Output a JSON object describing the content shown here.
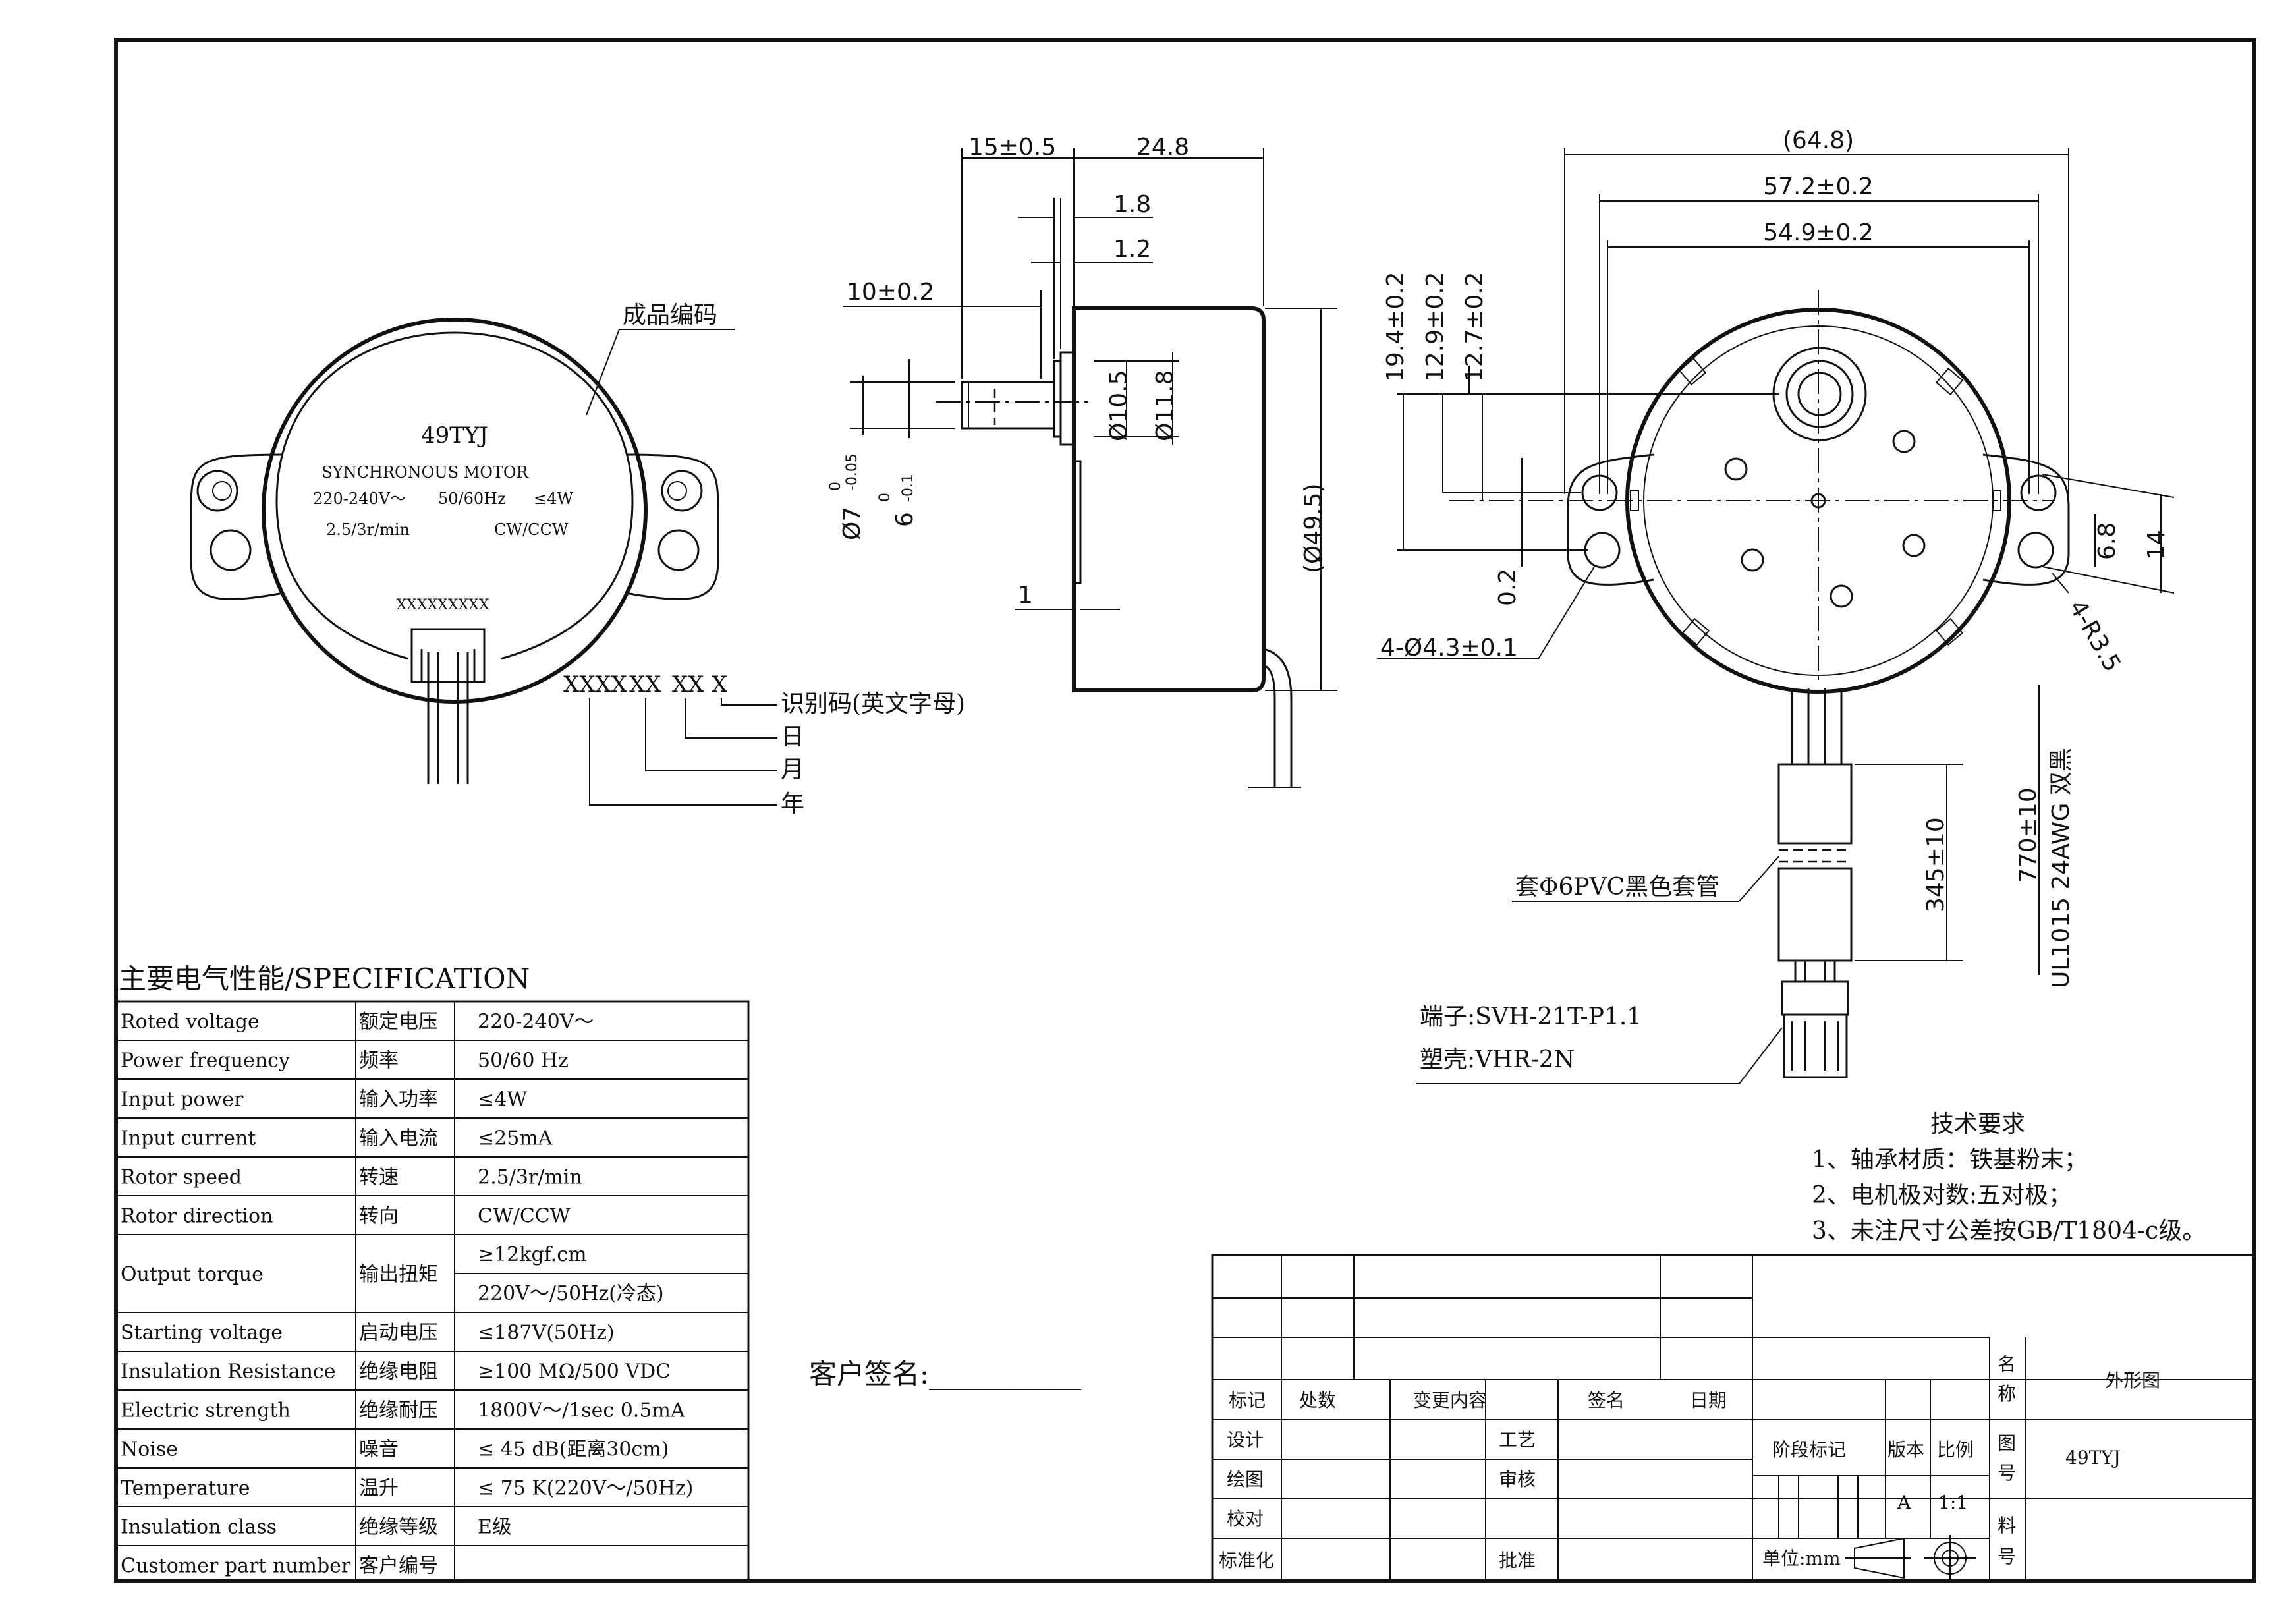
{
  "front_view": {
    "label_callout": "成品编码",
    "model": "49TYJ",
    "line1": "SYNCHRONOUS MOTOR",
    "line2a": "220-240V～",
    "line2b": "50/60Hz",
    "line2c": "≤4W",
    "line3a": "2.5/3r/min",
    "line3b": "CW/CCW",
    "code": "XXXXXXXXX",
    "code_groups": [
      "XXXX",
      "XX",
      "XX",
      "X"
    ],
    "code_legend": [
      "识别码(英文字母)",
      "日",
      "月",
      "年"
    ]
  },
  "side_view": {
    "dims": {
      "d15": "15±0.5",
      "d248": "24.8",
      "d18": "1.8",
      "d12": "1.2",
      "d10": "10±0.2",
      "d105": "Ø10.5",
      "d118": "Ø11.8",
      "d495": "(Ø49.5)",
      "d7": "Ø7",
      "d7tol_up": "0",
      "d7tol_dn": "-0.05",
      "d6": "6",
      "d6tol_up": "0",
      "d6tol_dn": "-0.1",
      "d1": "1"
    }
  },
  "rear_view": {
    "dims": {
      "d648": "(64.8)",
      "d572": "57.2±0.2",
      "d549": "54.9±0.2",
      "d194": "19.4±0.2",
      "d129": "12.9±0.2",
      "d127": "12.7±0.2",
      "d02": "0.2",
      "holes": "4-Ø4.3±0.1",
      "d68": "6.8",
      "d14": "14",
      "r35": "4-R3.5",
      "d345": "345±10",
      "d770": "770±10",
      "wire": "UL1015 24AWG 双黑"
    },
    "sleeve": "套Φ6PVC黑色套管",
    "terminal": "端子:SVH-21T-P1.1",
    "housing": "塑壳:VHR-2N"
  },
  "tech_req": {
    "title": "技术要求",
    "items": [
      "1、轴承材质：铁基粉末；",
      "2、电机极对数:五对极；",
      "3、未注尺寸公差按GB/T1804-c级。"
    ]
  },
  "spec": {
    "title": "主要电气性能/SPECIFICATION",
    "rows": [
      {
        "en": "Roted voltage",
        "cn": "额定电压",
        "val": "220-240V～"
      },
      {
        "en": "Power frequency",
        "cn": "频率",
        "val": "50/60 Hz"
      },
      {
        "en": "Input power",
        "cn": "输入功率",
        "val": "≤4W"
      },
      {
        "en": "Input current",
        "cn": "输入电流",
        "val": "≤25mA"
      },
      {
        "en": "Rotor speed",
        "cn": "转速",
        "val": "2.5/3r/min"
      },
      {
        "en": "Rotor direction",
        "cn": "转向",
        "val": "CW/CCW"
      },
      {
        "en": "Output torque",
        "cn": "输出扭矩",
        "val": "≥12kgf.cm",
        "val2": "220V～/50Hz(冷态)"
      },
      {
        "en": "Starting voltage",
        "cn": "启动电压",
        "val": "≤187V(50Hz)"
      },
      {
        "en": "Insulation Resistance",
        "cn": "绝缘电阻",
        "val": "≥100 MΩ/500 VDC"
      },
      {
        "en": "Electric strength",
        "cn": "绝缘耐压",
        "val": "1800V～/1sec 0.5mA"
      },
      {
        "en": "Noise",
        "cn": "噪音",
        "val": "≤ 45 dB(距离30cm)"
      },
      {
        "en": "Temperature",
        "cn": "温升",
        "val": "≤ 75 K(220V～/50Hz)"
      },
      {
        "en": "Insulation class",
        "cn": "绝缘等级",
        "val": "E级"
      },
      {
        "en": "Customer part number",
        "cn": "客户编号",
        "val": ""
      }
    ]
  },
  "customer_sign": "客户签名:___________",
  "title_block": {
    "hdr": [
      "标记",
      "处数",
      "变更内容",
      "签名",
      "日期"
    ],
    "design": "设计",
    "craft": "工艺",
    "drawing": "绘图",
    "review": "审核",
    "check": "校对",
    "standard": "标准化",
    "approve": "批准",
    "name_label": [
      "名",
      "称"
    ],
    "name_value": "外形图",
    "stage": "阶段标记",
    "version": "版本",
    "scale": "比例",
    "version_value": "A",
    "scale_value": "1:1",
    "drawno_label": [
      "图",
      "号"
    ],
    "drawno_value": "49TYJ",
    "material_label": [
      "料",
      "号"
    ],
    "unit": "单位:mm"
  }
}
